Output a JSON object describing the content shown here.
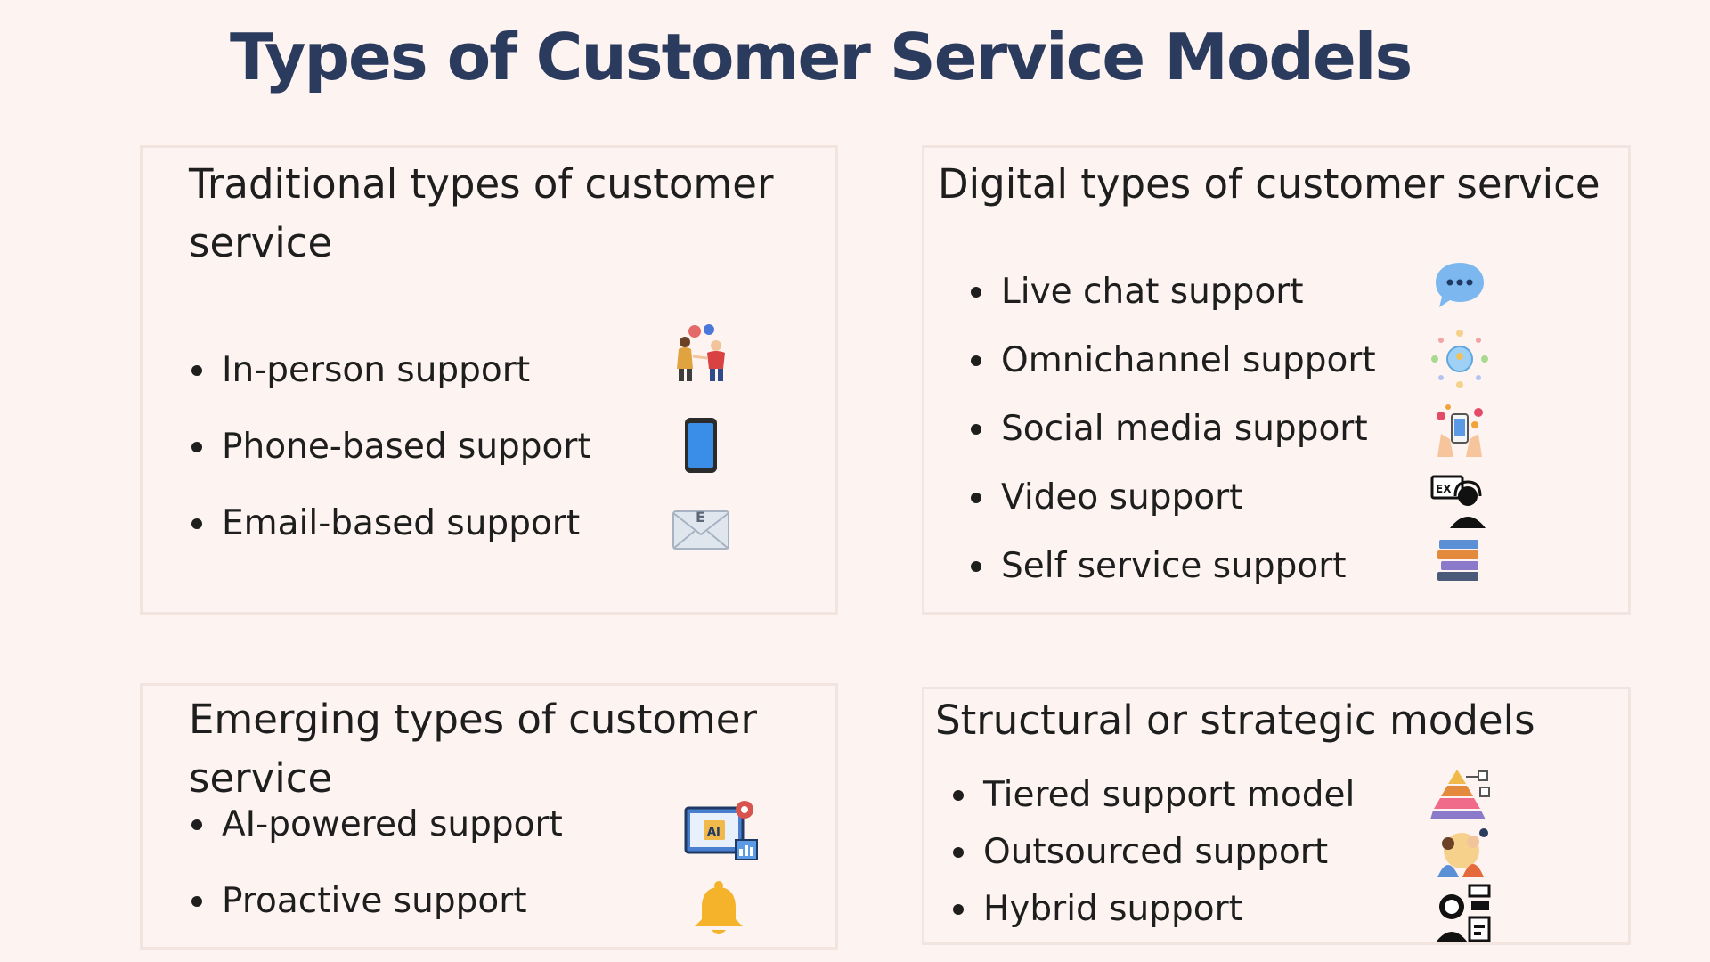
{
  "title": "Types of Customer Service Models",
  "cards": {
    "traditional": {
      "heading_line1": "Traditional types of customer",
      "heading_line2": "service",
      "items": [
        {
          "label": "In-person support",
          "icon": "in-person-support-icon"
        },
        {
          "label": "Phone-based support",
          "icon": "smartphone-icon"
        },
        {
          "label": "Email-based support",
          "icon": "email-envelope-icon"
        }
      ]
    },
    "digital": {
      "heading": "Digital types of customer service",
      "items": [
        {
          "label": "Live chat support",
          "icon": "chat-bubble-icon"
        },
        {
          "label": "Omnichannel support",
          "icon": "omnichannel-network-icon"
        },
        {
          "label": "Social media support",
          "icon": "social-media-phone-icon"
        },
        {
          "label": "Video support",
          "icon": "video-call-agent-icon"
        },
        {
          "label": "Self service support",
          "icon": "books-stack-icon"
        }
      ]
    },
    "emerging": {
      "heading_line1": "Emerging types of customer",
      "heading_line2": "service",
      "items": [
        {
          "label": "AI-powered support",
          "icon": "ai-gear-screen-icon"
        },
        {
          "label": "Proactive support",
          "icon": "bell-icon"
        }
      ]
    },
    "structural": {
      "heading": "Structural or strategic models",
      "items": [
        {
          "label": "Tiered support model",
          "icon": "pyramid-tiers-icon"
        },
        {
          "label": "Outsourced support",
          "icon": "outsourced-team-icon"
        },
        {
          "label": "Hybrid support",
          "icon": "hybrid-agent-icon"
        }
      ]
    }
  },
  "colors": {
    "background": "#fdf4f1",
    "title": "#2b3b5e",
    "card_border": "#f2e4df"
  }
}
